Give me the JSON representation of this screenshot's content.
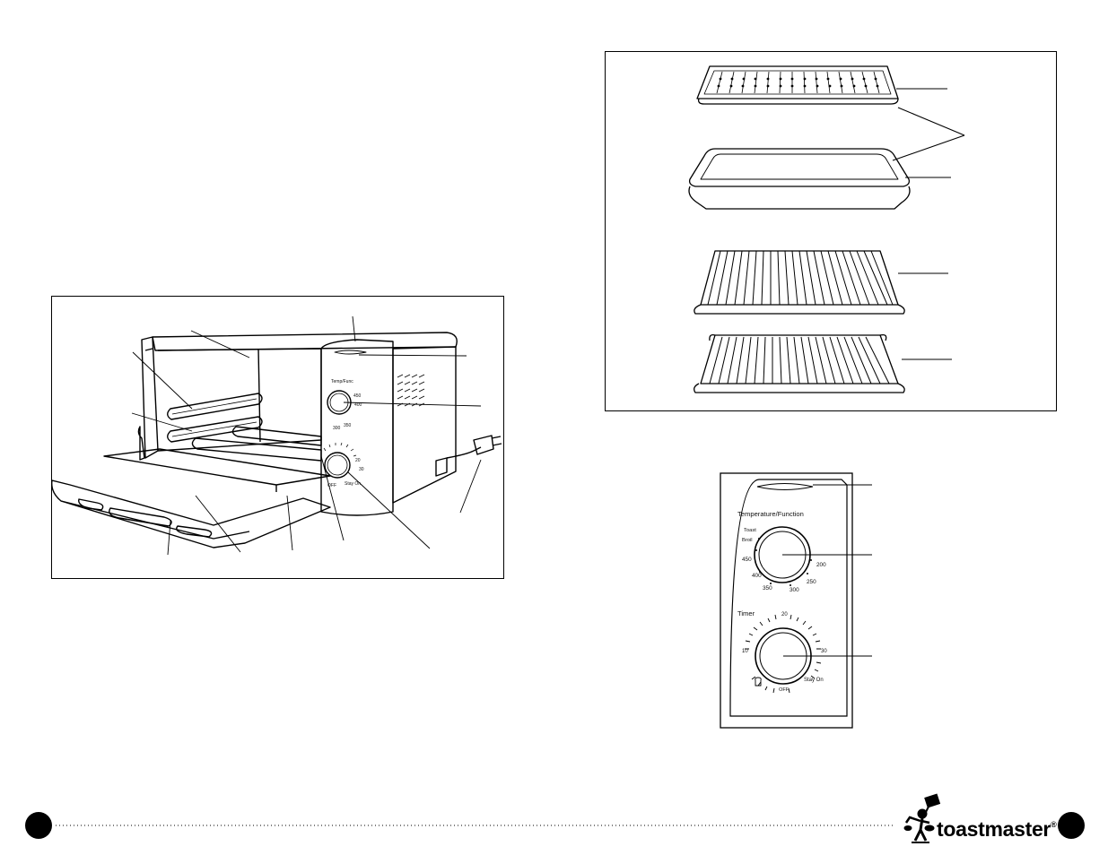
{
  "control_panel": {
    "temp_heading": "Temperature/Function",
    "timer_heading": "Timer",
    "temp_marks": [
      "Toast",
      "Broil",
      "450",
      "400",
      "350",
      "300",
      "250",
      "200"
    ],
    "timer_marks": [
      "20",
      "10",
      "30",
      "OFF",
      "Stay On"
    ]
  },
  "footer": {
    "brand": "toastmaster",
    "registered": "®"
  }
}
